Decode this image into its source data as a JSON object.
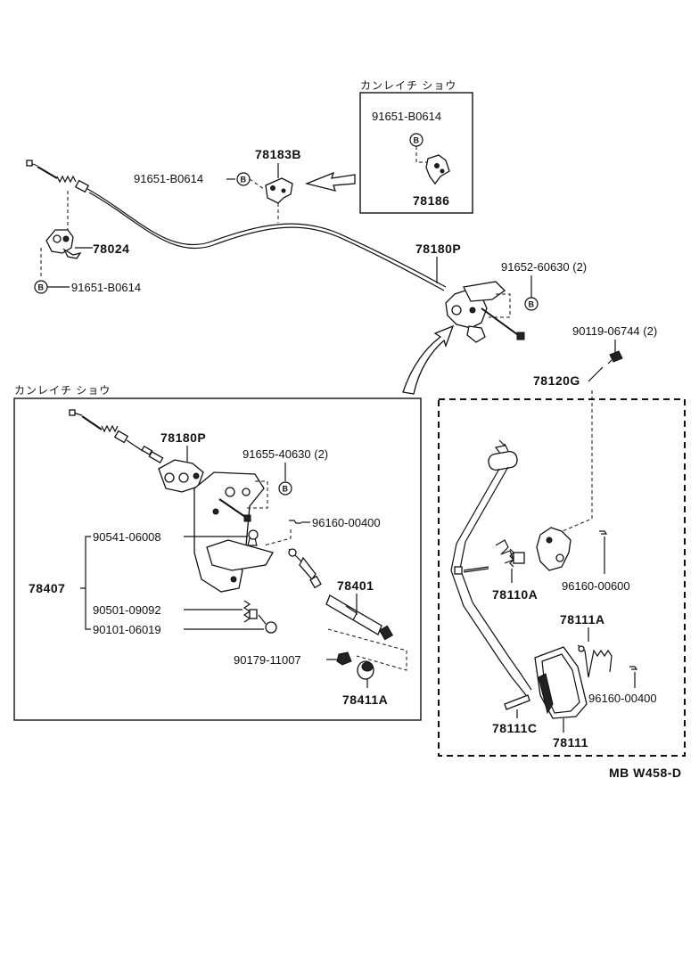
{
  "labels": {
    "title_top": "カンレイチ ショウ",
    "title_left": "カンレイチ ショウ",
    "p91651_inset": "91651-B0614",
    "p78186": "78186",
    "p78183B": "78183B",
    "p91651_mid": "91651-B0614",
    "p78024": "78024",
    "p91651_low": "91651-B0614",
    "p78180P_top": "78180P",
    "p91652": "91652-60630 (2)",
    "p90119": "90119-06744 (2)",
    "p78120G": "78120G",
    "p78180P_left": "78180P",
    "p91655": "91655-40630 (2)",
    "p96160_left": "96160-00400",
    "p90541": "90541-06008",
    "p78407": "78407",
    "p78401": "78401",
    "p90501": "90501-09092",
    "p90101": "90101-06019",
    "p90179": "90179-11007",
    "p78411A": "78411A",
    "p78110A": "78110A",
    "p96160_600": "96160-00600",
    "p78111A": "78111A",
    "p96160_right": "96160-00400",
    "p78111C": "78111C",
    "p78111": "78111",
    "ref": "MB W458-D",
    "bolt_mark": "B"
  }
}
